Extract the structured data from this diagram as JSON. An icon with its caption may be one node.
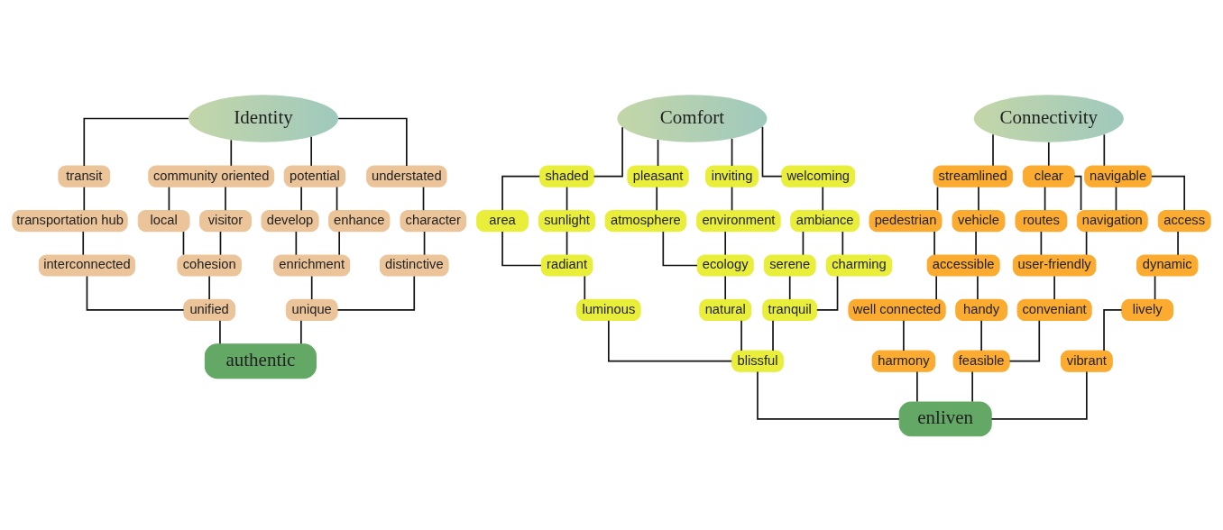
{
  "diagram": {
    "nodes": [
      {
        "text": [
          "Identity"
        ]
      },
      {
        "text": [
          "transit"
        ]
      },
      {
        "text": [
          "community oriented"
        ]
      },
      {
        "text": [
          "potential"
        ]
      },
      {
        "text": [
          "understated"
        ]
      },
      {
        "text": [
          "transportation hub"
        ]
      },
      {
        "text": [
          "local"
        ]
      },
      {
        "text": [
          "visitor"
        ]
      },
      {
        "text": [
          "develop"
        ]
      },
      {
        "text": [
          "enhance"
        ]
      },
      {
        "text": [
          "character"
        ]
      },
      {
        "text": [
          "interconnected"
        ]
      },
      {
        "text": [
          "cohesion"
        ]
      },
      {
        "text": [
          "enrichment"
        ]
      },
      {
        "text": [
          "distinctive"
        ]
      },
      {
        "text": [
          "unified"
        ]
      },
      {
        "text": [
          "unique"
        ]
      },
      {
        "text": [
          "authentic"
        ]
      },
      {
        "text": [
          "Comfort"
        ]
      },
      {
        "text": [
          "shaded"
        ]
      },
      {
        "text": [
          "pleasant"
        ]
      },
      {
        "text": [
          "inviting"
        ]
      },
      {
        "text": [
          "welcoming"
        ]
      },
      {
        "text": [
          "area"
        ]
      },
      {
        "text": [
          "sunlight"
        ]
      },
      {
        "text": [
          "environment"
        ]
      },
      {
        "text": [
          "atmosphere"
        ]
      },
      {
        "text": [
          "ambiance"
        ]
      },
      {
        "text": [
          "radiant"
        ]
      },
      {
        "text": [
          "ecology"
        ]
      },
      {
        "text": [
          "serene"
        ]
      },
      {
        "text": [
          "charming"
        ]
      },
      {
        "text": [
          "luminous"
        ]
      },
      {
        "text": [
          "natural"
        ]
      },
      {
        "text": [
          "tranquil"
        ]
      },
      {
        "text": [
          "blissful"
        ]
      },
      {
        "text": [
          "Connectivity"
        ]
      },
      {
        "text": [
          "streamlined"
        ]
      },
      {
        "text": [
          "clear"
        ]
      },
      {
        "text": [
          "navigable"
        ]
      },
      {
        "text": [
          "pedestrian"
        ]
      },
      {
        "text": [
          "vehicle"
        ]
      },
      {
        "text": [
          "routes"
        ]
      },
      {
        "text": [
          "navigation"
        ]
      },
      {
        "text": [
          "access"
        ]
      },
      {
        "text": [
          "accessible"
        ]
      },
      {
        "text": [
          "user-friendly"
        ]
      },
      {
        "text": [
          "dynamic"
        ]
      },
      {
        "text": [
          "well connected"
        ]
      },
      {
        "text": [
          "handy"
        ]
      },
      {
        "text": [
          "conveniant"
        ]
      },
      {
        "text": [
          "lively"
        ]
      },
      {
        "text": [
          "harmony"
        ]
      },
      {
        "text": [
          "feasible"
        ]
      },
      {
        "text": [
          "vibrant"
        ]
      },
      {
        "text": [
          "enliven"
        ]
      }
    ],
    "edges": [
      {
        "from": 0,
        "to": 1,
        "arrow": "none"
      },
      {
        "from": 0,
        "to": 2,
        "arrow": "none"
      },
      {
        "from": 0,
        "to": 3,
        "arrow": "none"
      },
      {
        "from": 0,
        "to": 4,
        "arrow": "none"
      },
      {
        "from": 1,
        "to": 5,
        "arrow": "none"
      },
      {
        "from": 2,
        "to": 6,
        "arrow": "none"
      },
      {
        "from": 2,
        "to": 7,
        "arrow": "none"
      },
      {
        "from": 3,
        "to": 8,
        "arrow": "none"
      },
      {
        "from": 3,
        "to": 9,
        "arrow": "none"
      },
      {
        "from": 4,
        "to": 10,
        "arrow": "none"
      },
      {
        "from": 5,
        "to": 11,
        "arrow": "none"
      },
      {
        "from": 6,
        "to": 12,
        "arrow": "none"
      },
      {
        "from": 7,
        "to": 12,
        "arrow": "none"
      },
      {
        "from": 8,
        "to": 13,
        "arrow": "none"
      },
      {
        "from": 9,
        "to": 13,
        "arrow": "none"
      },
      {
        "from": 10,
        "to": 14,
        "arrow": "none"
      },
      {
        "from": 11,
        "to": 15,
        "arrow": "none"
      },
      {
        "from": 12,
        "to": 15,
        "arrow": "none"
      },
      {
        "from": 13,
        "to": 16,
        "arrow": "none"
      },
      {
        "from": 14,
        "to": 16,
        "arrow": "none"
      },
      {
        "from": 15,
        "to": 17,
        "arrow": "none"
      },
      {
        "from": 16,
        "to": 17,
        "arrow": "none"
      },
      {
        "from": 18,
        "to": 19,
        "arrow": "none"
      },
      {
        "from": 18,
        "to": 20,
        "arrow": "none"
      },
      {
        "from": 18,
        "to": 21,
        "arrow": "none"
      },
      {
        "from": 18,
        "to": 22,
        "arrow": "none"
      },
      {
        "from": 19,
        "to": 23,
        "arrow": "none"
      },
      {
        "from": 19,
        "to": 24,
        "arrow": "none"
      },
      {
        "from": 21,
        "to": 25,
        "arrow": "none"
      },
      {
        "from": 20,
        "to": 26,
        "arrow": "none"
      },
      {
        "from": 22,
        "to": 27,
        "arrow": "none"
      },
      {
        "from": 23,
        "to": 28,
        "arrow": "none"
      },
      {
        "from": 24,
        "to": 28,
        "arrow": "none"
      },
      {
        "from": 26,
        "to": 29,
        "arrow": "none"
      },
      {
        "from": 25,
        "to": 29,
        "arrow": "none"
      },
      {
        "from": 27,
        "to": 30,
        "arrow": "none"
      },
      {
        "from": 27,
        "to": 31,
        "arrow": "none"
      },
      {
        "from": 28,
        "to": 32,
        "arrow": "none"
      },
      {
        "from": 29,
        "to": 33,
        "arrow": "none"
      },
      {
        "from": 30,
        "to": 34,
        "arrow": "none"
      },
      {
        "from": 31,
        "to": 34,
        "arrow": "none"
      },
      {
        "from": 32,
        "to": 35,
        "arrow": "none"
      },
      {
        "from": 33,
        "to": 35,
        "arrow": "none"
      },
      {
        "from": 34,
        "to": 35,
        "arrow": "none"
      },
      {
        "from": 36,
        "to": 37,
        "arrow": "none"
      },
      {
        "from": 36,
        "to": 38,
        "arrow": "none"
      },
      {
        "from": 36,
        "to": 39,
        "arrow": "none"
      },
      {
        "from": 37,
        "to": 40,
        "arrow": "none"
      },
      {
        "from": 37,
        "to": 41,
        "arrow": "none"
      },
      {
        "from": 38,
        "to": 42,
        "arrow": "none"
      },
      {
        "from": 38,
        "to": 43,
        "arrow": "none"
      },
      {
        "from": 39,
        "to": 43,
        "arrow": "none"
      },
      {
        "from": 39,
        "to": 44,
        "arrow": "none"
      },
      {
        "from": 40,
        "to": 45,
        "arrow": "none"
      },
      {
        "from": 41,
        "to": 45,
        "arrow": "none"
      },
      {
        "from": 42,
        "to": 46,
        "arrow": "none"
      },
      {
        "from": 43,
        "to": 46,
        "arrow": "none"
      },
      {
        "from": 44,
        "to": 47,
        "arrow": "none"
      },
      {
        "from": 45,
        "to": 48,
        "arrow": "none"
      },
      {
        "from": 45,
        "to": 49,
        "arrow": "none"
      },
      {
        "from": 46,
        "to": 50,
        "arrow": "none"
      },
      {
        "from": 47,
        "to": 51,
        "arrow": "none"
      },
      {
        "from": 48,
        "to": 52,
        "arrow": "none"
      },
      {
        "from": 49,
        "to": 53,
        "arrow": "none"
      },
      {
        "from": 50,
        "to": 53,
        "arrow": "none"
      },
      {
        "from": 51,
        "to": 54,
        "arrow": "none"
      },
      {
        "from": 35,
        "to": 55,
        "arrow": "none"
      },
      {
        "from": 52,
        "to": 55,
        "arrow": "none"
      },
      {
        "from": 53,
        "to": 55,
        "arrow": "none"
      },
      {
        "from": 54,
        "to": 55,
        "arrow": "none"
      }
    ]
  }
}
